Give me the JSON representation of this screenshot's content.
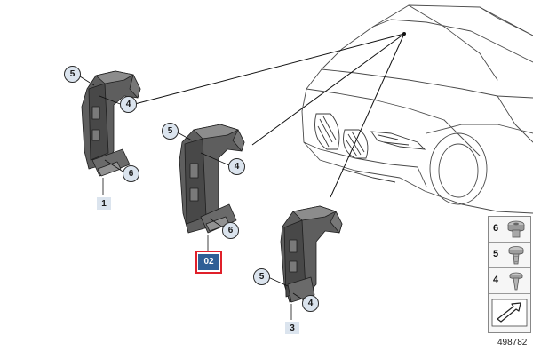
{
  "callouts": {
    "part1_label_5": "5",
    "part1_label_4": "4",
    "part1_label_6": "6",
    "part1_number": "1",
    "part2_label_5": "5",
    "part2_label_4": "4",
    "part2_label_6": "6",
    "part2_highlight": "02",
    "part3_label_5": "5",
    "part3_label_4": "4",
    "part3_number": "3"
  },
  "legend": {
    "items": [
      {
        "number": "6",
        "icon": "nut-icon"
      },
      {
        "number": "5",
        "icon": "screw-icon"
      },
      {
        "number": "4",
        "icon": "expanding-rivet-icon"
      }
    ],
    "footer_icon": "arrow-symbol-icon"
  },
  "reference_number": "498782",
  "colors": {
    "callout_fill": "#dbe4ee",
    "highlight_fill": "#2f5f96",
    "highlight_border": "#e0202a"
  }
}
